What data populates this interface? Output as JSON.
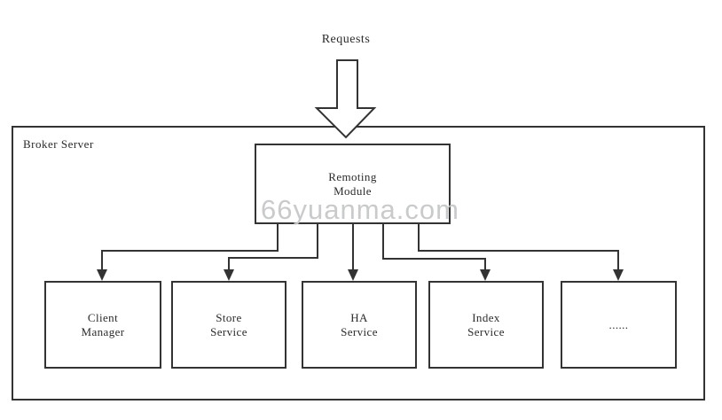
{
  "diagram": {
    "requests_label": "Requests",
    "container": {
      "label": "Broker Server"
    },
    "remoting_module": {
      "line1": "Remoting",
      "line2": "Module"
    },
    "services": [
      {
        "id": "client-manager",
        "line1": "Client",
        "line2": "Manager"
      },
      {
        "id": "store-service",
        "line1": "Store",
        "line2": "Service"
      },
      {
        "id": "ha-service",
        "line1": "HA",
        "line2": "Service"
      },
      {
        "id": "index-service",
        "line1": "Index",
        "line2": "Service"
      },
      {
        "id": "more-services",
        "line1": "......",
        "line2": ""
      }
    ],
    "watermark": "66yuanma.com",
    "colors": {
      "line": "#333333",
      "box_fill": "#ffffff",
      "text": "#2b2b2b",
      "watermark": "#c6c8ca",
      "background": "#ffffff"
    }
  }
}
